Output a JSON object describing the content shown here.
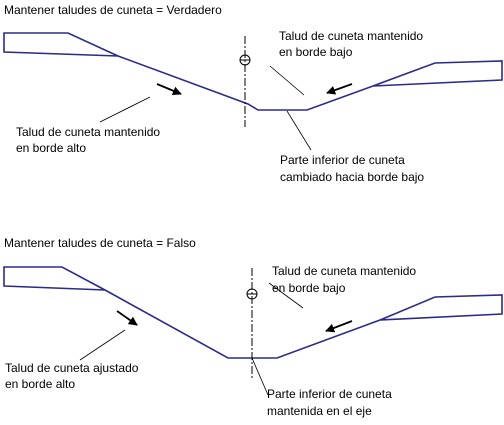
{
  "panels": [
    {
      "title": "Mantener taludes de cuneta = Verdadero",
      "label_right_line1": "Talud de cuneta mantenido",
      "label_right_line2": "en borde bajo",
      "label_left_line1": "Talud de cuneta mantenido",
      "label_left_line2": "en borde alto",
      "label_bottom_line1": "Parte inferior de cuneta",
      "label_bottom_line2": "cambiado hacia borde bajo"
    },
    {
      "title": "Mantener taludes de cuneta = Falso",
      "label_right_line1": "Talud de cuneta mantenido",
      "label_right_line2": "en borde bajo",
      "label_left_line1": "Talud de cuneta ajustado",
      "label_left_line2": "en borde alto",
      "label_bottom_line1": "Parte inferior de cuneta",
      "label_bottom_line2": "mantenida en el eje"
    }
  ],
  "colors": {
    "ditch_line": "#2b2b8c",
    "text": "#000000"
  }
}
